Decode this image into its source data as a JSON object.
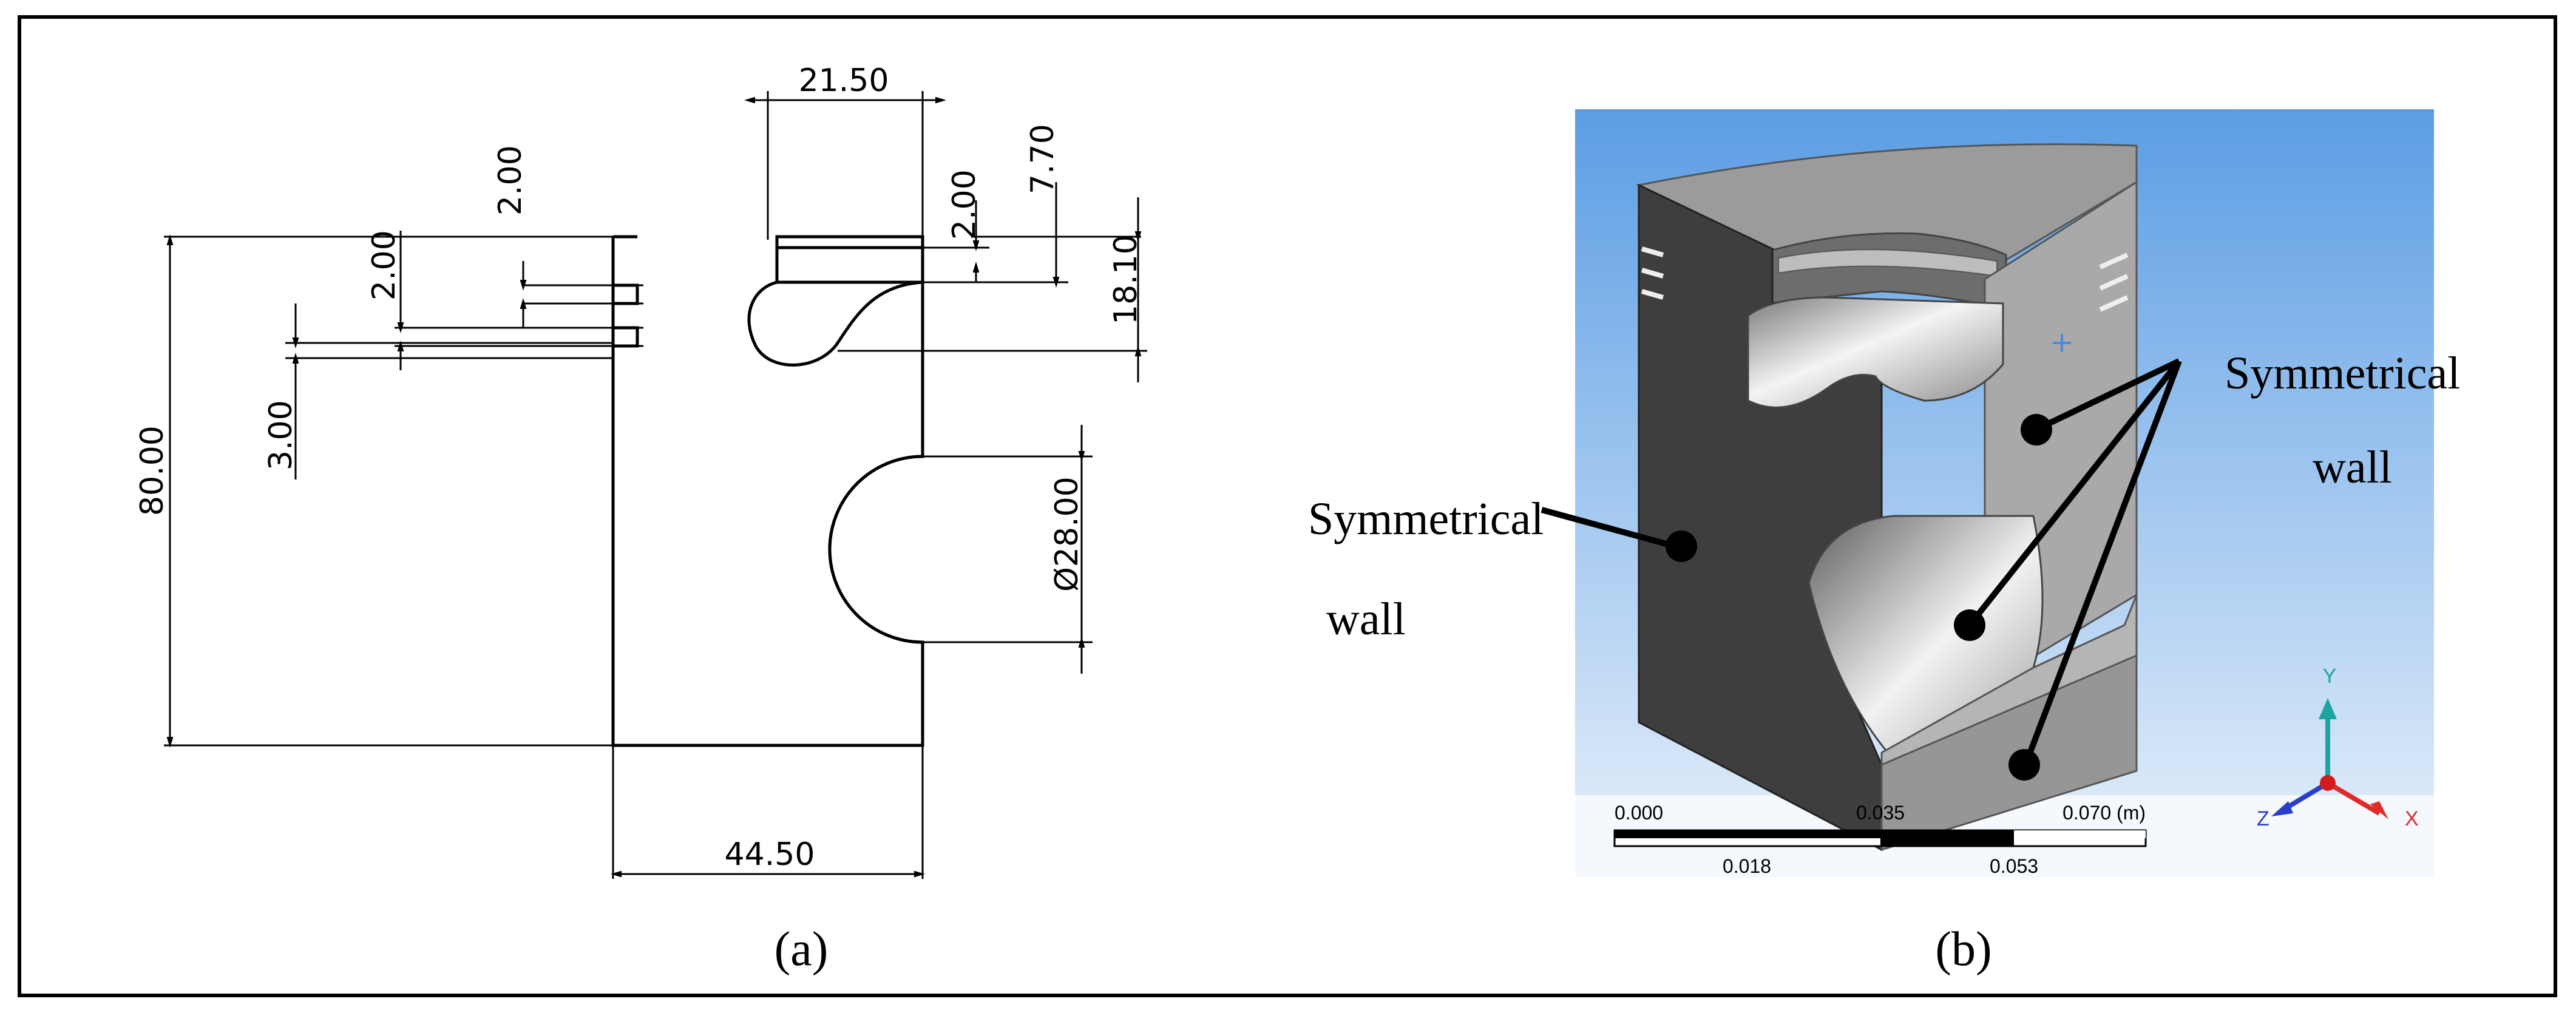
{
  "panel_a": {
    "caption": "(a)",
    "dimensions": {
      "top_width": "21.50",
      "ring_gap": "2.00",
      "groove_top": "2.00",
      "groove_height": "2.00",
      "ring_spacing": "3.00",
      "top_depth": "7.70",
      "bowl_depth": "18.10",
      "height": "80.00",
      "pin_diameter": "Ø28.00",
      "bottom_width": "44.50"
    }
  },
  "panel_b": {
    "caption": "(b)",
    "label_left_line1": "Symmetrical",
    "label_left_line2": "wall",
    "label_right_line1": "Symmetrical",
    "label_right_line2": "wall",
    "scale": {
      "top_ticks": [
        "0.000",
        "0.035",
        "0.070 (m)"
      ],
      "bottom_ticks": [
        "0.018",
        "0.053"
      ]
    },
    "axes": {
      "x": "X",
      "y": "Y",
      "z": "Z"
    },
    "colors": {
      "sky_top": "#5b9de4",
      "sky_bottom": "#e3eefb",
      "axis_x": "#e02a2a",
      "axis_y": "#1aa5a0",
      "axis_z": "#2b3ec9"
    }
  }
}
